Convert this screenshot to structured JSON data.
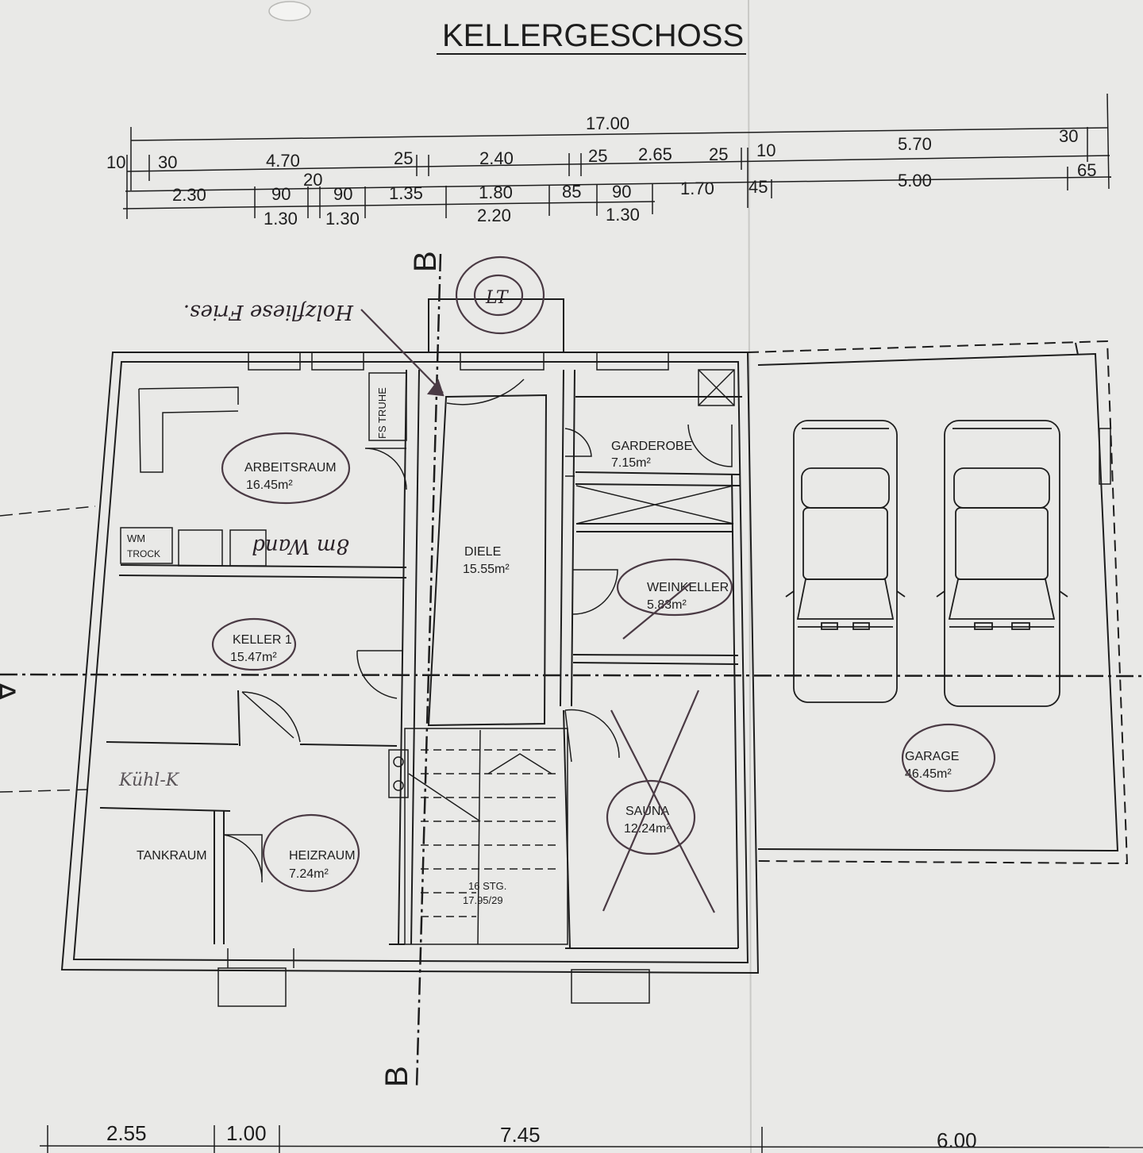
{
  "title": "KELLERGESCHOSS",
  "dimensions": {
    "overall": "17.00",
    "row1": [
      "10",
      "30",
      "4.70",
      "25",
      "2.40",
      "25",
      "2.65",
      "25",
      "10",
      "5.70",
      "30"
    ],
    "row2": [
      "2.30",
      "90",
      "20",
      "90",
      "1.35",
      "1.80",
      "85",
      "90",
      "1.70",
      "45",
      "5.00",
      "65"
    ],
    "row3": [
      "1.30",
      "1.30",
      "2.20",
      "1.30"
    ],
    "bottom": [
      "2.55",
      "1.00",
      "7.45",
      "6.00"
    ]
  },
  "section_markers": {
    "b_top": "B",
    "b_bottom": "B",
    "a_left": "A"
  },
  "rooms": {
    "arbeitsraum": {
      "name": "ARBEITSRAUM",
      "area": "16.45m²"
    },
    "diele": {
      "name": "DIELE",
      "area": "15.55m²"
    },
    "garderobe": {
      "name": "GARDEROBE",
      "area": "7.15m²"
    },
    "weinkeller": {
      "name": "WEINKELLER",
      "area": "5.83m²"
    },
    "keller1": {
      "name": "KELLER 1",
      "area": "15.47m²"
    },
    "garage": {
      "name": "GARAGE",
      "area": "46.45m²"
    },
    "sauna": {
      "name": "SAUNA",
      "area": "12.24m²"
    },
    "tankraum": {
      "name": "TANKRAUM"
    },
    "heizraum": {
      "name": "HEIZRAUM",
      "area": "7.24m²"
    }
  },
  "fixtures": {
    "truhe": "FS TRUHE",
    "wm": "WM",
    "trock": "TROCK",
    "stairs_count": "16 STG.",
    "stairs_ratio": "17.95/29"
  },
  "annotations": {
    "fliese": "Holzfliese Fries.",
    "wand": "8m Wand",
    "circle_note": "LT",
    "kuehl": "Kühl-K"
  },
  "colors": {
    "paper": "#e9e9e7",
    "ink": "#1d1d1d",
    "pen": "#4a3a44"
  }
}
